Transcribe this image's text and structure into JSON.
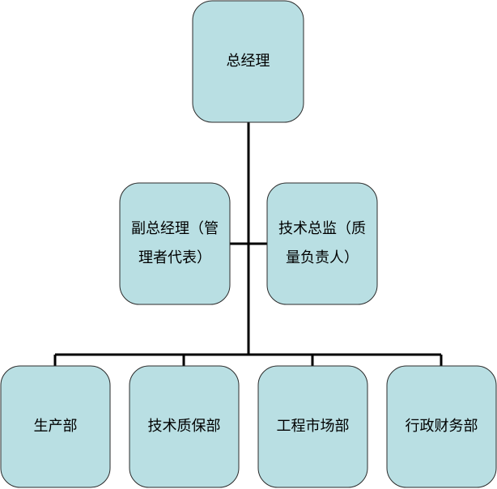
{
  "colors": {
    "node_fill": "#b9dfe3",
    "node_border": "#2b2b2b",
    "connector": "#000000"
  },
  "nodes": {
    "general_manager": "总经理",
    "deputy_gm": "副总经理（管理者代表）",
    "technical_director": "技术总监（质量负责人）",
    "production_dept": "生产部",
    "tech_quality_dept": "技术质保部",
    "engineering_market_dept": "工程市场部",
    "admin_finance_dept": "行政财务部"
  }
}
